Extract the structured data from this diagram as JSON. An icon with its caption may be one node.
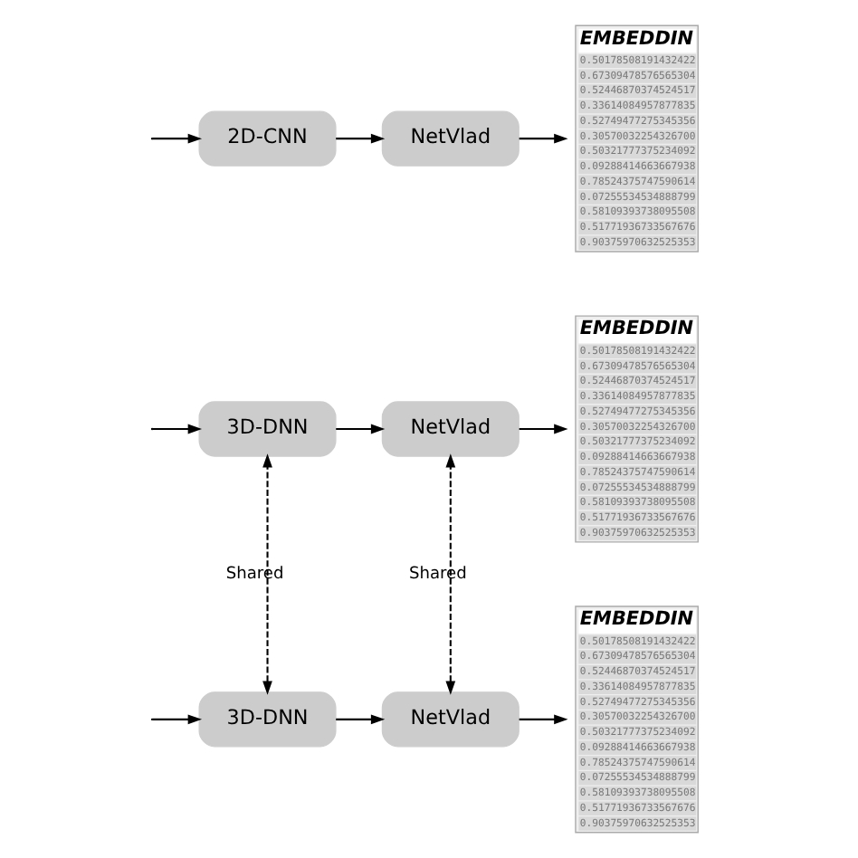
{
  "diagram": {
    "nodes": [
      {
        "text": [
          "2D-CNN"
        ]
      },
      {
        "text": [
          "NetVlad"
        ]
      },
      {
        "text": [
          "EMBEDDIN",
          "0.50178508191432422",
          "0.67309478576565304",
          "0.52446870374524517",
          "0.33614084957877835",
          "0.52749477275345356",
          "0.30570032254326700",
          "0.50321777375234092",
          "0.09288414663667938",
          "0.78524375747590614",
          "0.07255534534888799",
          "0.58109393738095508",
          "0.51771936733567676",
          "0.90375970632525353"
        ]
      },
      {
        "text": [
          "3D-DNN"
        ]
      },
      {
        "text": [
          "NetVlad"
        ]
      },
      {
        "text": [
          "EMBEDDIN",
          "0.50178508191432422",
          "0.67309478576565304",
          "0.52446870374524517",
          "0.33614084957877835",
          "0.52749477275345356",
          "0.30570032254326700",
          "0.50321777375234092",
          "0.09288414663667938",
          "0.78524375747590614",
          "0.07255534534888799",
          "0.58109393738095508",
          "0.51771936733567676",
          "0.90375970632525353"
        ]
      },
      {
        "text": [
          "3D-DNN"
        ]
      },
      {
        "text": [
          "NetVlad"
        ]
      },
      {
        "text": [
          "EMBEDDIN",
          "0.50178508191432422",
          "0.67309478576565304",
          "0.52446870374524517",
          "0.33614084957877835",
          "0.52749477275345356",
          "0.30570032254326700",
          "0.50321777375234092",
          "0.09288414663667938",
          "0.78524375747590614",
          "0.07255534534888799",
          "0.58109393738095508",
          "0.51771936733567676",
          "0.90375970632525353"
        ]
      }
    ],
    "edges": [
      {
        "from": null,
        "to": 0,
        "arrow": "to"
      },
      {
        "from": 0,
        "to": 1,
        "arrow": "to"
      },
      {
        "from": 1,
        "to": 2,
        "arrow": "to"
      },
      {
        "from": null,
        "to": 3,
        "arrow": "to"
      },
      {
        "from": 3,
        "to": 4,
        "arrow": "to"
      },
      {
        "from": 4,
        "to": 5,
        "arrow": "to"
      },
      {
        "from": null,
        "to": 6,
        "arrow": "to"
      },
      {
        "from": 6,
        "to": 7,
        "arrow": "to"
      },
      {
        "from": 7,
        "to": 8,
        "arrow": "to"
      },
      {
        "from": 3,
        "to": 6,
        "arrow": "both",
        "style": "dashed",
        "label": "Shared"
      },
      {
        "from": 4,
        "to": 7,
        "arrow": "both",
        "style": "dashed",
        "label": "Shared"
      }
    ]
  }
}
